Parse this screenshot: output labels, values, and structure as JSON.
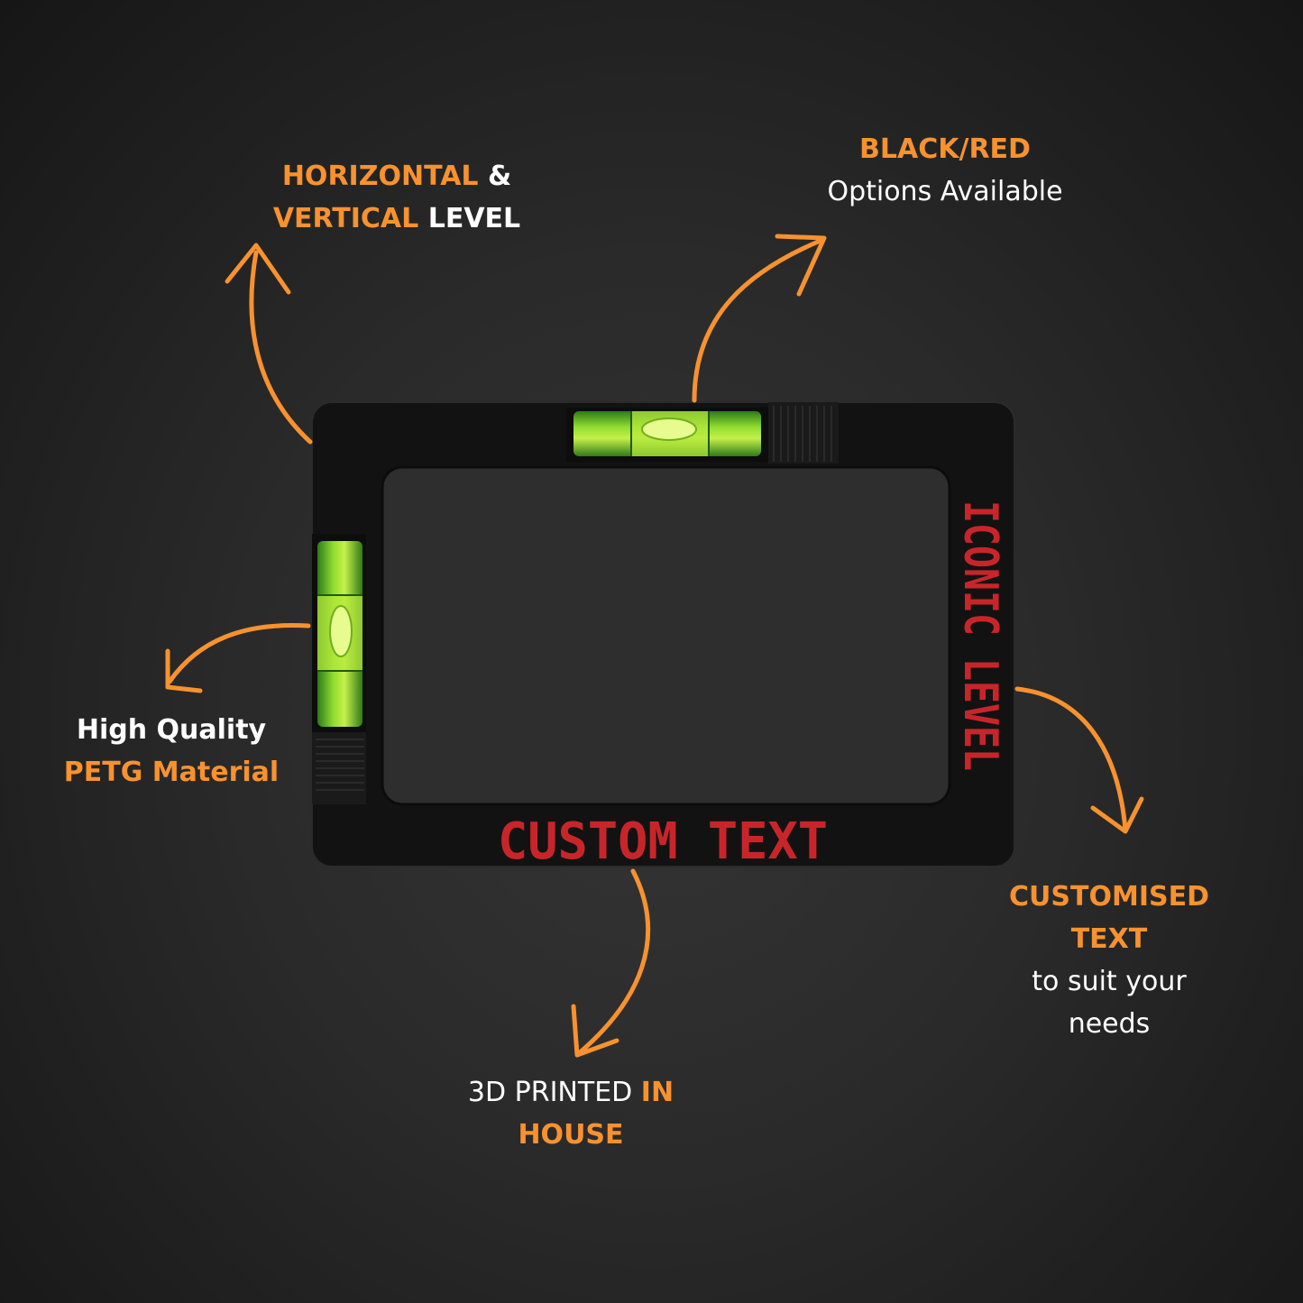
{
  "colors": {
    "accent": "#f7922f",
    "text": "#ffffff",
    "engraving": "#c8252b",
    "level_frame": "#141414",
    "vial": "#7ed321"
  },
  "features": {
    "horizontal_vertical": {
      "part1": "HORIZONTAL",
      "part2": " &",
      "part3": "VERTICAL",
      "part4": " LEVEL"
    },
    "colors_options": {
      "part1": "BLACK/RED",
      "part2": "Options Available"
    },
    "material": {
      "part1": "High Quality",
      "part2": "PETG Material"
    },
    "custom_text": {
      "part1": "CUSTOMISED",
      "part2": "TEXT",
      "part3": "to suit your",
      "part4": "needs"
    },
    "printed": {
      "part1": "3D PRINTED ",
      "part2": "IN",
      "part3": "HOUSE"
    }
  },
  "product": {
    "engraving_bottom": "CUSTOM TEXT",
    "engraving_side": "ICONIC LEVEL"
  },
  "icons": [
    "curved-arrow-icon",
    "spirit-level-vial-icon"
  ]
}
